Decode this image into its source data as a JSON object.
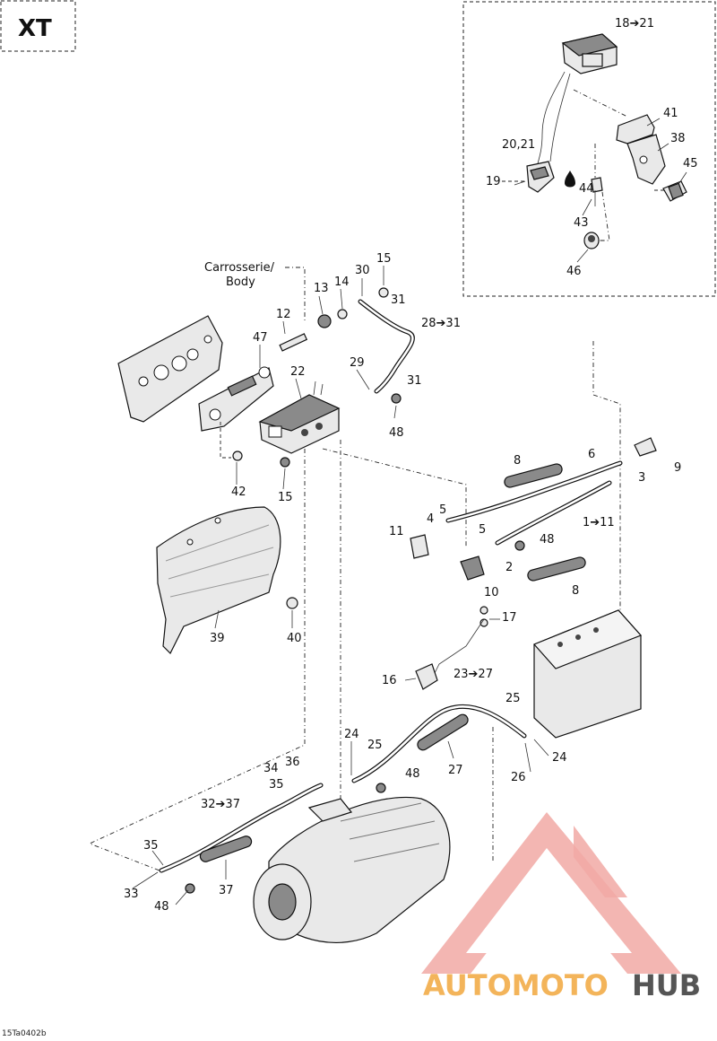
{
  "model_badge": "XT",
  "image_code": "15Ta0402b",
  "body_label_line1": "Carrosserie/",
  "body_label_line2": "Body",
  "watermark": {
    "part1": "AUTOMOTO",
    "part2": "HUB",
    "color_red": "#ef8c86",
    "color_orange": "#f3b45a",
    "color_dark": "#555555"
  },
  "callouts": {
    "c18_21": "18➔21",
    "c41": "41",
    "c38": "38",
    "c45": "45",
    "c20_21": "20,21",
    "c19": "19",
    "c44": "44",
    "c43": "43",
    "c46": "46",
    "c15a": "15",
    "c30": "30",
    "c14": "14",
    "c13": "13",
    "c31a": "31",
    "c12": "12",
    "c28_31": "28➔31",
    "c47": "47",
    "c22": "22",
    "c29": "29",
    "c31b": "31",
    "c48a": "48",
    "c42": "42",
    "c15b": "15",
    "c8a": "8",
    "c6": "6",
    "c3": "3",
    "c9": "9",
    "c5a": "5",
    "c4": "4",
    "c5b": "5",
    "c1_11": "1➔11",
    "c11": "11",
    "c48b": "48",
    "c2": "2",
    "c10": "10",
    "c8b": "8",
    "c39": "39",
    "c40": "40",
    "c17": "17",
    "c16": "16",
    "c23_27": "23➔27",
    "c25a": "25",
    "c24a": "24",
    "c25b": "25",
    "c27": "27",
    "c48c": "48",
    "c26": "26",
    "c24b": "24",
    "c34": "34",
    "c36": "36",
    "c35a": "35",
    "c32_37": "32➔37",
    "c35b": "35",
    "c33": "33",
    "c48d": "48",
    "c37": "37"
  }
}
